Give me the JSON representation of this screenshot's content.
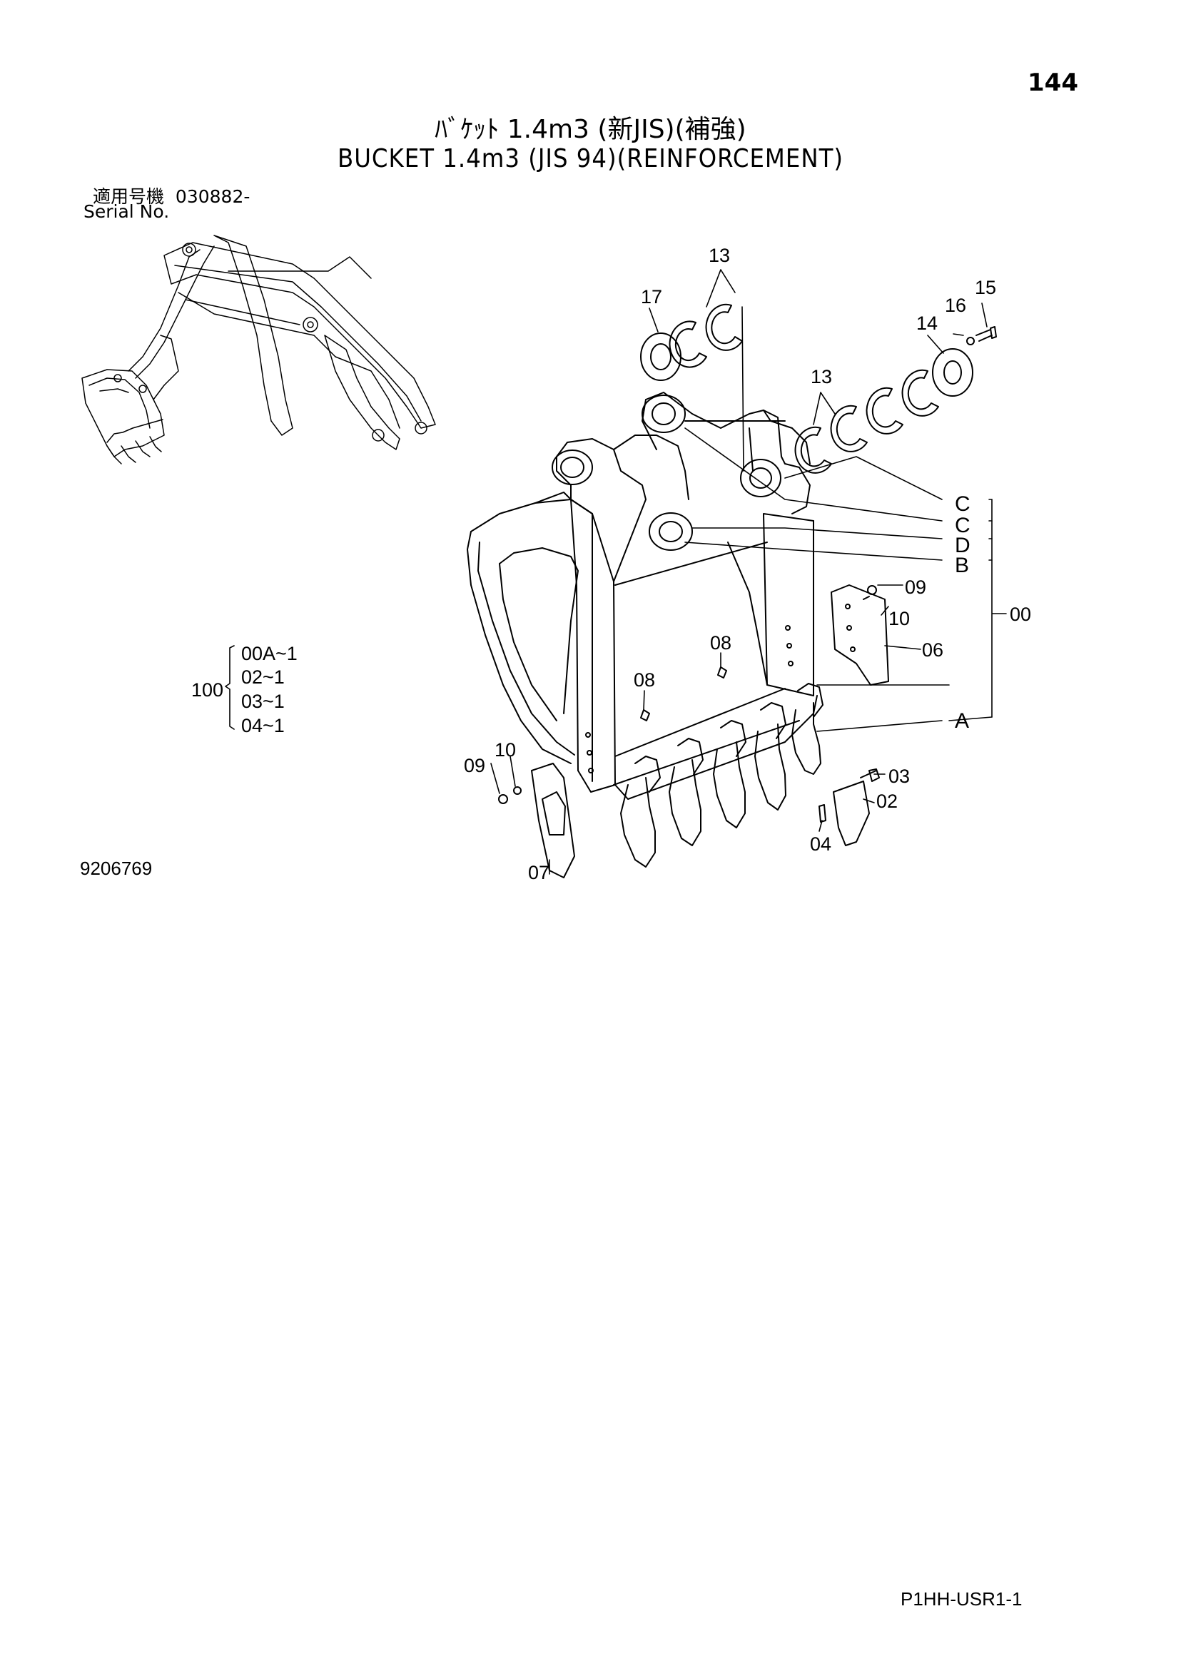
{
  "page_number": "144",
  "title_jp": "ﾊﾞｹｯﾄ 1.4m3 (新JIS)(補強)",
  "title_en": "BUCKET 1.4m3 (JIS 94)(REINFORCEMENT)",
  "serial": {
    "label_jp": "適用号機",
    "value": "030882-",
    "label_en": "Serial No."
  },
  "assembly": {
    "number": "100",
    "items": [
      "00A~1",
      "02~1",
      "03~1",
      "04~1"
    ]
  },
  "callouts": {
    "c13a": "13",
    "c17": "17",
    "c15": "15",
    "c16": "16",
    "c14": "14",
    "c13b": "13",
    "cC1": "C",
    "cC2": "C",
    "cD": "D",
    "cB": "B",
    "c09a": "09",
    "c10a": "10",
    "c00": "00",
    "c06": "06",
    "c08a": "08",
    "c08b": "08",
    "cA": "A",
    "c10b": "10",
    "c09b": "09",
    "c03": "03",
    "c02": "02",
    "c04": "04",
    "c07": "07"
  },
  "figure_number": "9206769",
  "doc_code": "P1HH-USR1-1"
}
